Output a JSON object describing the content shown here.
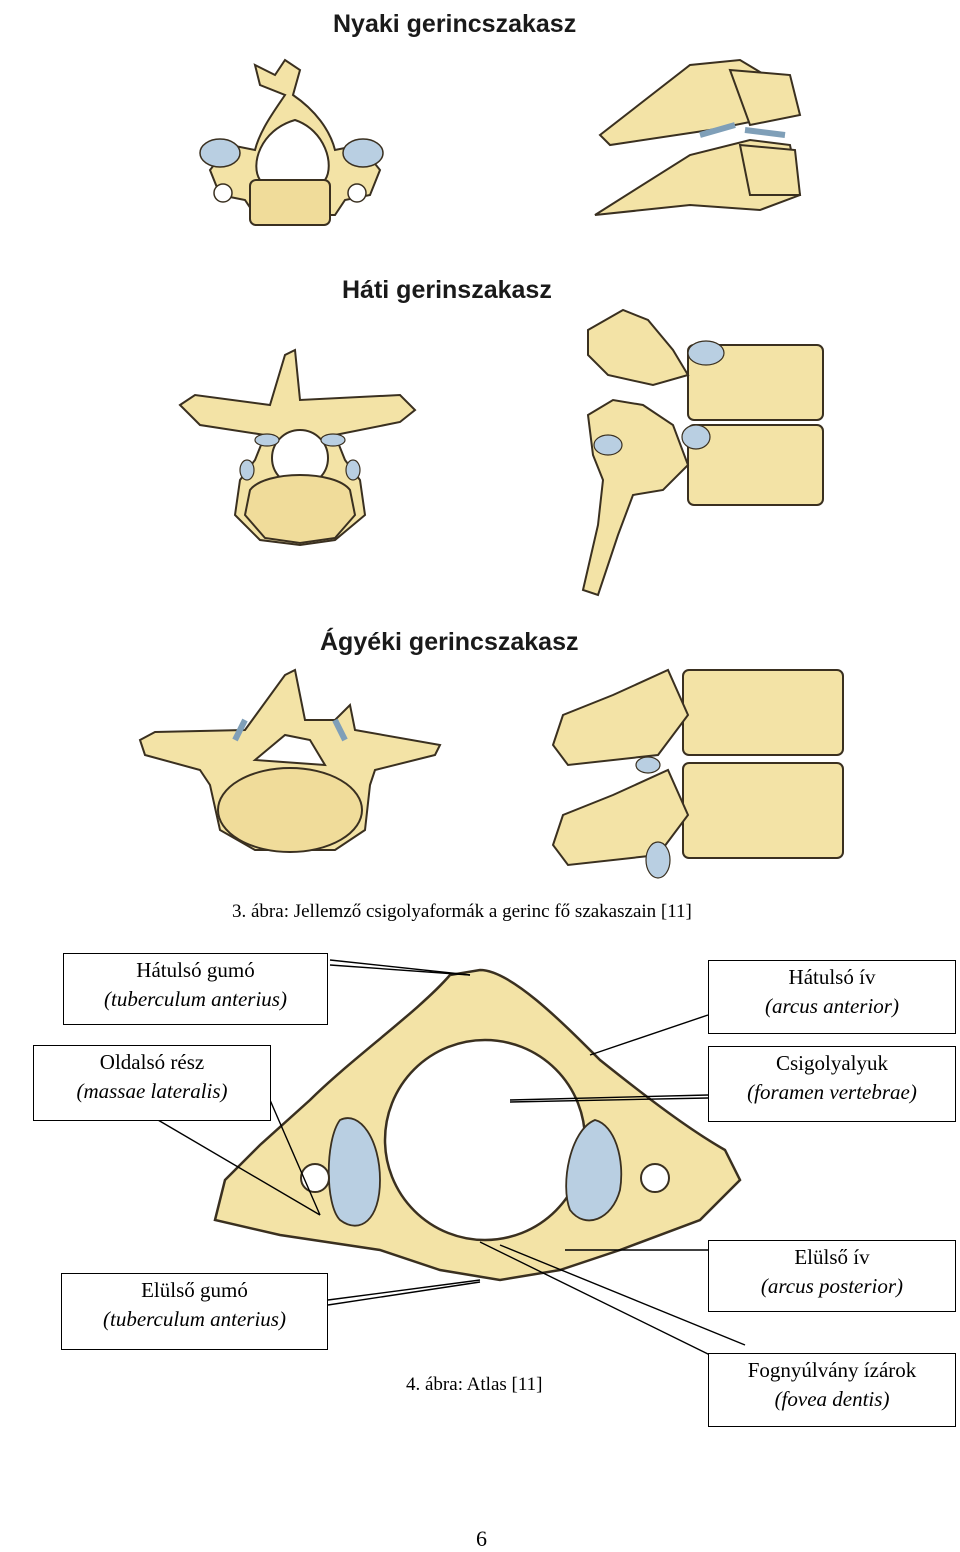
{
  "sections": {
    "cervical": "Nyaki gerincszakasz",
    "thoracic": "Háti gerinszakasz",
    "lumbar": "Ágyéki gerincszakasz"
  },
  "figure3": {
    "caption": "3. ábra: Jellemző csigolyaformák a gerinc fő szakaszain [11]"
  },
  "figure4": {
    "caption": "4. ábra: Atlas [11]",
    "labels": {
      "hatulso_gumo": {
        "name": "Hátulsó gumó",
        "latin": "(tuberculum anterius)"
      },
      "oldalso_resz": {
        "name": "Oldalsó rész",
        "latin": "(massae lateralis)"
      },
      "hatulso_iv": {
        "name": "Hátulsó ív",
        "latin": "(arcus anterior)"
      },
      "csigolyalyuk": {
        "name": "Csigolyalyuk",
        "latin": "(foramen vertebrae)"
      },
      "elulso_gumo": {
        "name": "Elülső gumó",
        "latin": "(tuberculum anterius)"
      },
      "elulso_iv": {
        "name": "Elülső ív",
        "latin": "(arcus posterior)"
      },
      "fogny": {
        "name": "Fognyúlvány ízárok",
        "latin": "(fovea dentis)"
      }
    }
  },
  "page_number": "6",
  "colors": {
    "bone": "#f3e3a6",
    "bone_shade": "#e2c985",
    "cartilage": "#b9cfe2",
    "outline": "#3a3020"
  }
}
